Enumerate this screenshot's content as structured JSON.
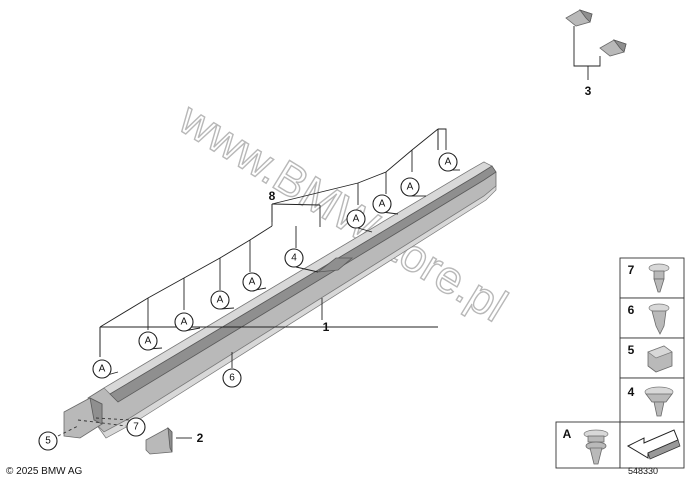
{
  "watermark": "www.BMWstore.pl",
  "copyright": "© 2025 BMW AG",
  "diagram_number": "548330",
  "callouts": {
    "main_label_1": "1",
    "label_2": "2",
    "label_3": "3",
    "label_8": "8",
    "circle_4": "4",
    "circle_5": "5",
    "circle_6": "6",
    "circle_7": "7",
    "circle_A": "A"
  },
  "legend": [
    {
      "number": "7",
      "icon": "push-rivet-icon"
    },
    {
      "number": "6",
      "icon": "expanding-clip-icon"
    },
    {
      "number": "5",
      "icon": "clip-nut-icon"
    },
    {
      "number": "4",
      "icon": "mushroom-clip-icon"
    },
    {
      "number": "A",
      "icon": "clip-A-icon"
    }
  ]
}
